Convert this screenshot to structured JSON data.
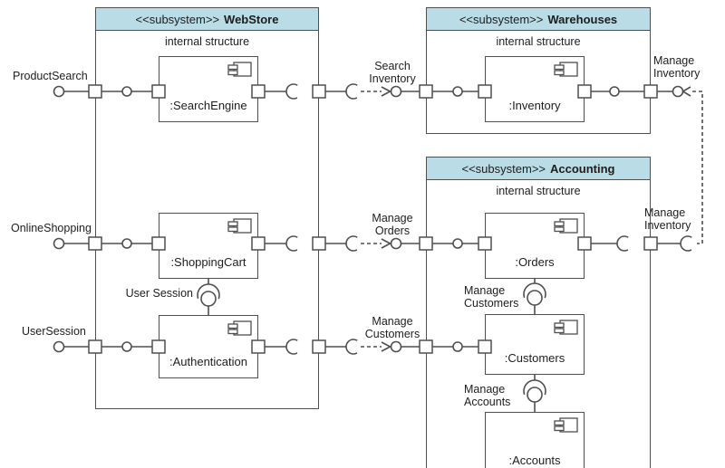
{
  "colors": {
    "header_fill": "#b9dce6",
    "line": "#4f4f4f",
    "text": "#1d1d1d"
  },
  "subsystems": {
    "webstore": {
      "stereotype": "<<subsystem>>",
      "name": "WebStore",
      "inner_label": "internal structure"
    },
    "warehouses": {
      "stereotype": "<<subsystem>>",
      "name": "Warehouses",
      "inner_label": "internal structure"
    },
    "accounting": {
      "stereotype": "<<subsystem>>",
      "name": "Accounting",
      "inner_label": "internal structure"
    }
  },
  "components": {
    "search_engine": ":SearchEngine",
    "shopping_cart": ":ShoppingCart",
    "authentication": ":Authentication",
    "inventory": ":Inventory",
    "orders": ":Orders",
    "customers": ":Customers",
    "accounts": ":Accounts"
  },
  "labels": {
    "product_search": "ProductSearch",
    "online_shopping": "OnlineShopping",
    "user_session": "UserSession",
    "search_inventory": "Search Inventory",
    "manage_orders": "Manage Orders",
    "manage_customers_assembly": "Manage Customers",
    "user_session_internal": "User Session",
    "manage_customers_internal": "Manage Customers",
    "manage_accounts": "Manage Accounts",
    "manage_inventory_provided": "Manage Inventory",
    "manage_inventory_required": "Manage Inventory"
  }
}
